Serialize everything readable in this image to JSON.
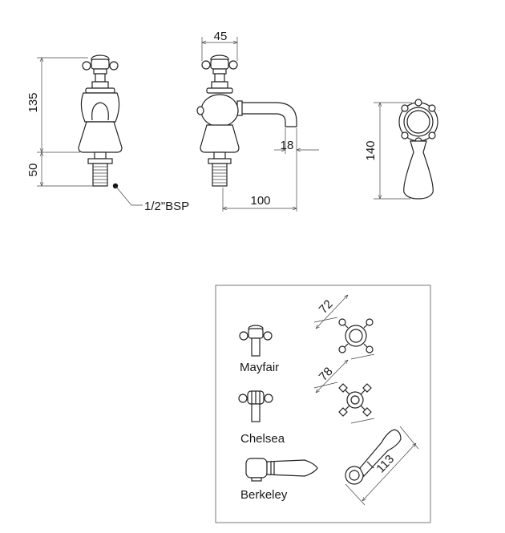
{
  "dimensions": {
    "height_top": "135",
    "height_base": "50",
    "handle_width": "45",
    "spout_drop": "18",
    "spout_reach": "100",
    "side_height": "140",
    "mayfair_span": "72",
    "chelsea_span": "78",
    "berkeley_span": "113"
  },
  "thread_label": "1/2\"BSP",
  "handle_options": [
    {
      "name": "Mayfair"
    },
    {
      "name": "Chelsea"
    },
    {
      "name": "Berkeley"
    }
  ],
  "colors": {
    "line": "#222222",
    "dimension_line": "#444444",
    "box_border": "#777777",
    "callout_dot": "#111111"
  }
}
